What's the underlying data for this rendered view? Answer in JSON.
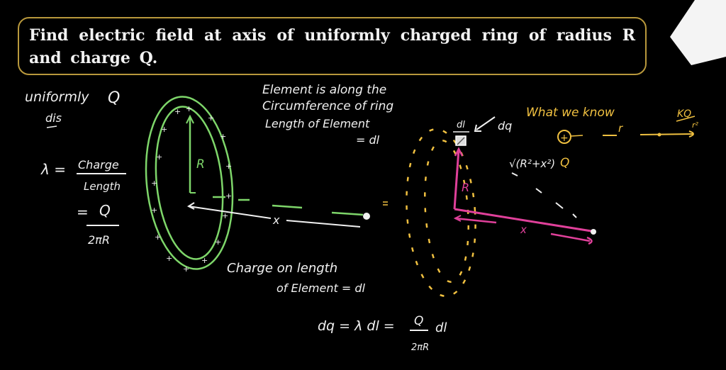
{
  "question": {
    "text": "Find electric field at axis of uniformly charged ring of radius R and charge Q."
  },
  "colors": {
    "background": "#000000",
    "question_border": "#b8983c",
    "chalk_white": "#f0f0f0",
    "ring_green": "#7ed66a",
    "yellow": "#f0c040",
    "magenta": "#e0409a"
  },
  "notes_left": {
    "line1": "uniformly",
    "line1_q": "Q",
    "line2": "dis",
    "lambda_lhs": "λ =",
    "lambda_num": "Charge",
    "lambda_den": "Length",
    "eq2_lhs": "=",
    "eq2_num": "Q",
    "eq2_den": "2πR"
  },
  "ring_diagram": {
    "radius_label": "R",
    "distance_label": "x",
    "plus_sign": "+"
  },
  "notes_element": {
    "line1": "Element is along the",
    "line2": "Circumference of ring",
    "line3": "Length of Element",
    "line4": "= dl"
  },
  "notes_charge": {
    "line1": "Charge on length",
    "line2": "of Element = dl",
    "eq_lhs": "dq = λ dl =",
    "eq_num": "Q",
    "eq_den": "2πR",
    "eq_tail": "dl"
  },
  "right_diagram": {
    "dl_label": "dl",
    "dq_label": "dq",
    "radius_label": "R",
    "distance_label": "x",
    "hypotenuse_label": "√(R²+x²)"
  },
  "what_we_know": {
    "title": "What we know",
    "charge_symbol": "+",
    "charge_label": "Q",
    "r_label": "r",
    "field_num": "KQ",
    "field_den": "r²"
  }
}
